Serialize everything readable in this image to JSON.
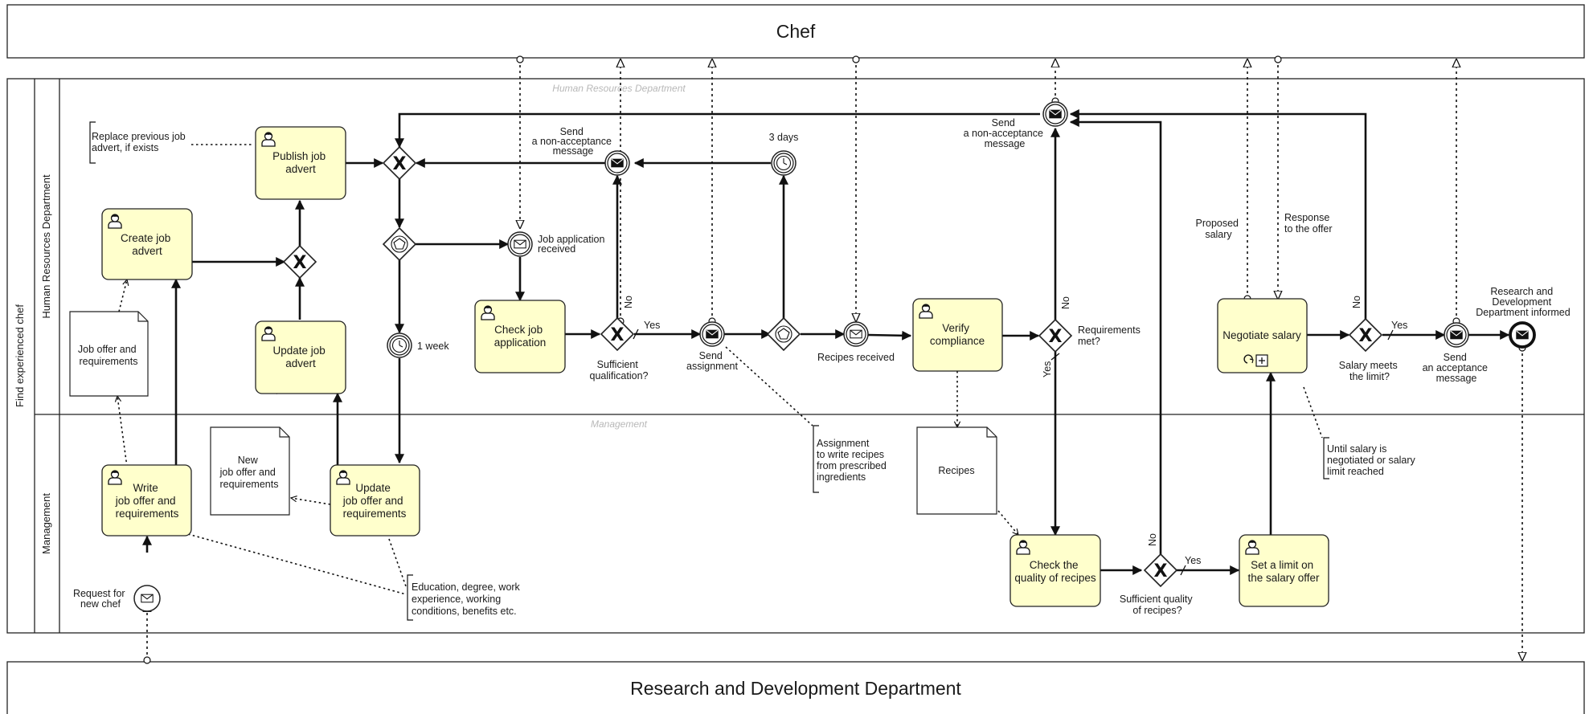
{
  "pools": {
    "chef": "Chef",
    "research": "Research and Development Department",
    "main": "Find experienced chef"
  },
  "lanes": {
    "hr": "Human Resources Department",
    "mgmt": "Management",
    "hr_watermark": "Human Resources Department",
    "mgmt_watermark": "Management"
  },
  "tasks": {
    "publish": [
      "Publish job",
      "advert"
    ],
    "create": [
      "Create job",
      "advert"
    ],
    "update_advert": [
      "Update job",
      "advert"
    ],
    "check_app": [
      "Check job",
      "application"
    ],
    "verify": [
      "Verify",
      "compliance"
    ],
    "negotiate": [
      "Negotiate salary"
    ],
    "write": [
      "Write",
      "job offer and",
      "requirements"
    ],
    "update_req": [
      "Update",
      "job offer and",
      "requirements"
    ],
    "quality": [
      "Check the",
      "quality of recipes"
    ],
    "limit": [
      "Set a limit on",
      "the salary offer"
    ]
  },
  "events": {
    "send_nonaccept_1": [
      "Send",
      "a non-acceptance",
      "message"
    ],
    "three_days": [
      "3 days"
    ],
    "app_received": [
      "Job application",
      "received"
    ],
    "one_week": [
      "1 week"
    ],
    "send_assignment": [
      "Send",
      "assignment"
    ],
    "recipes_received": [
      "Recipes received"
    ],
    "send_nonaccept_2": [
      "Send",
      "a non-acceptance",
      "message"
    ],
    "send_accept": [
      "Send",
      "an acceptance",
      "message"
    ],
    "rd_informed": [
      "Research and",
      "Development",
      "Department informed"
    ],
    "request": [
      "Request for",
      "new chef"
    ]
  },
  "gateways": {
    "sufficient_qual": [
      "Sufficient",
      "qualification?"
    ],
    "req_met": [
      "Requirements",
      "met?"
    ],
    "salary_limit": [
      "Salary meets",
      "the limit?"
    ],
    "quality_ok": [
      "Sufficient quality",
      "of recipes?"
    ]
  },
  "flow_labels": {
    "yes": "Yes",
    "no": "No"
  },
  "message_labels": {
    "proposed": [
      "Proposed",
      "salary"
    ],
    "response": [
      "Response",
      "to the offer"
    ]
  },
  "documents": {
    "job_offer": [
      "Job offer and",
      "requirements"
    ],
    "new_job_offer": [
      "New",
      "job offer and",
      "requirements"
    ],
    "recipes": [
      "Recipes"
    ]
  },
  "annotations": {
    "replace": [
      "Replace previous job",
      "advert, if exists"
    ],
    "assignment": [
      "Assignment",
      "to write recipes",
      "from prescribed",
      "ingredients"
    ],
    "salary_until": [
      "Until salary is",
      "negotiated or salary",
      "limit reached"
    ],
    "education": [
      "Education, degree, work",
      "experience, working",
      "conditions, benefits etc."
    ]
  }
}
